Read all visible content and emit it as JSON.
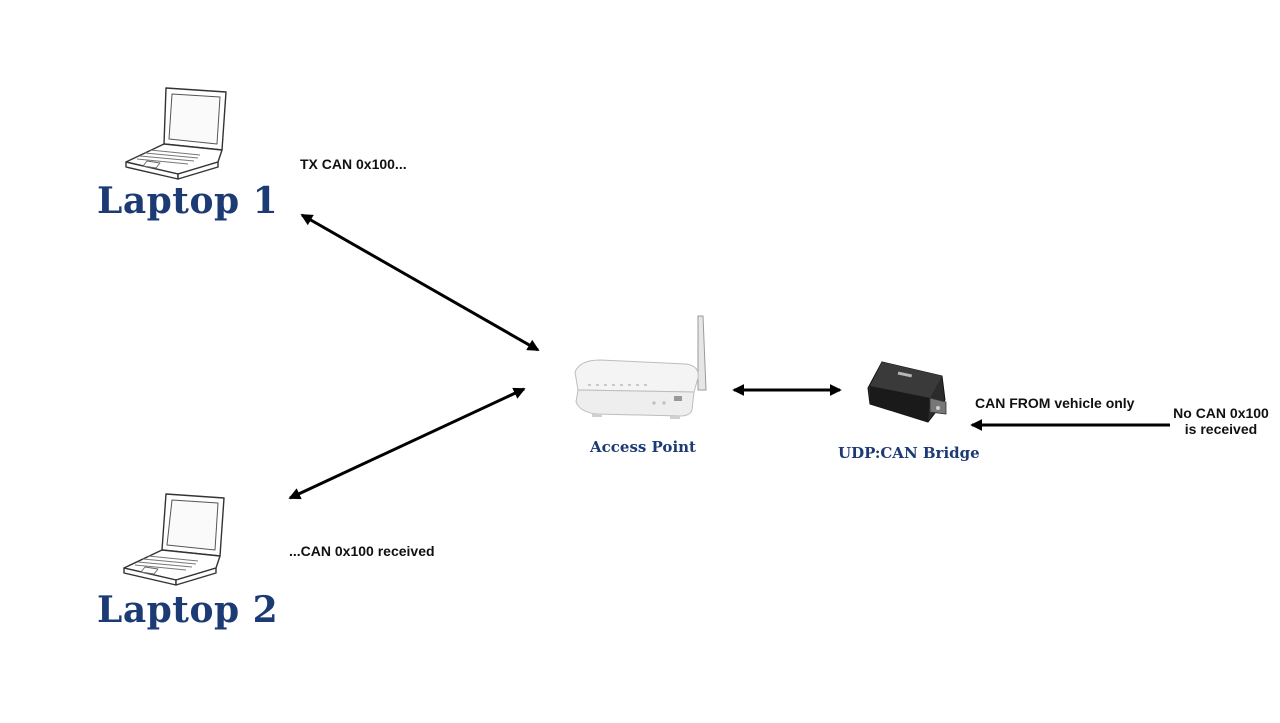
{
  "nodes": {
    "laptop1": {
      "label": "Laptop 1",
      "icon": "laptop-icon"
    },
    "laptop2": {
      "label": "Laptop 2",
      "icon": "laptop-icon"
    },
    "access_point": {
      "label": "Access Point",
      "icon": "wifi-router-icon"
    },
    "bridge": {
      "label": "UDP:CAN Bridge",
      "icon": "can-bridge-device-icon"
    }
  },
  "annotations": {
    "tx": "TX CAN 0x100...",
    "rx": "...CAN 0x100 received",
    "vehicle": "CAN FROM vehicle only",
    "no_can_line1": "No CAN 0x100",
    "no_can_line2": "is received"
  },
  "edges": [
    {
      "from": "laptop1",
      "to": "access_point",
      "direction": "bidirectional"
    },
    {
      "from": "laptop2",
      "to": "access_point",
      "direction": "bidirectional"
    },
    {
      "from": "access_point",
      "to": "bridge",
      "direction": "bidirectional"
    },
    {
      "from": "vehicle",
      "to": "bridge",
      "direction": "unidirectional"
    }
  ],
  "colors": {
    "title": "#1c3a74",
    "text": "#111111",
    "arrow": "#000000"
  }
}
